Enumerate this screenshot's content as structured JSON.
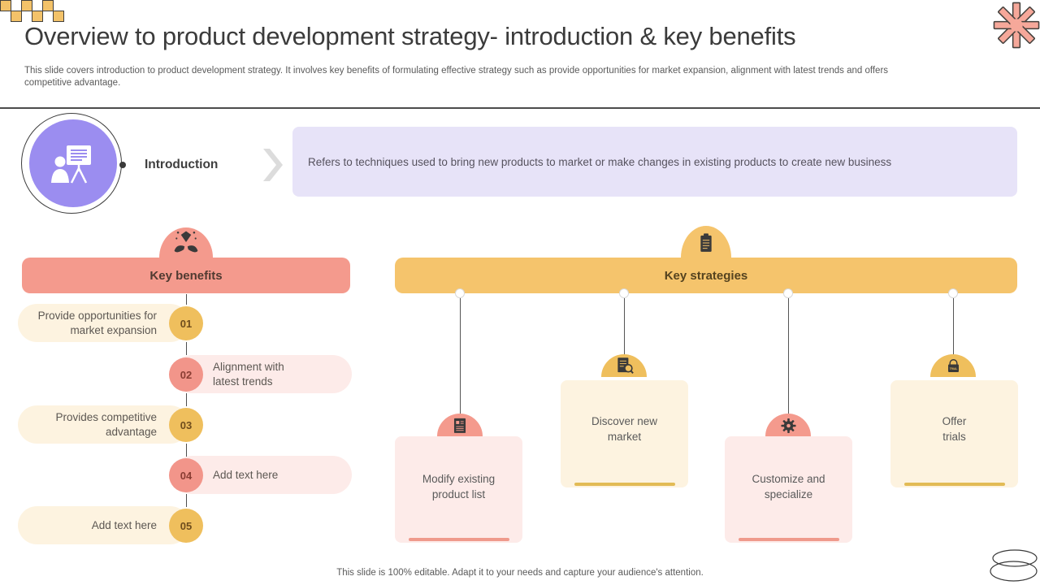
{
  "slide": {
    "title": "Overview to product development strategy- introduction & key benefits",
    "subtitle": "This slide covers introduction to product development strategy. It involves key benefits of formulating effective strategy such as provide opportunities for market expansion, alignment with latest trends and offers competitive advantage.",
    "footer": "This slide is 100% editable. Adapt it to your needs and capture your audience's attention."
  },
  "introduction": {
    "label": "Introduction",
    "description": "Refers to techniques used to bring new products to market or make changes in existing products to create new business",
    "icon": "presentation-icon"
  },
  "key_benefits": {
    "header": "Key benefits",
    "icon": "hands-diamond-icon",
    "items": [
      {
        "number": "01",
        "text": "Provide opportunities for market expansion",
        "variant": "cream"
      },
      {
        "number": "02",
        "text": "Alignment with latest trends",
        "variant": "pink"
      },
      {
        "number": "03",
        "text": "Provides competitive advantage",
        "variant": "cream"
      },
      {
        "number": "04",
        "text": "Add text here",
        "variant": "pink"
      },
      {
        "number": "05",
        "text": "Add text here",
        "variant": "cream"
      }
    ]
  },
  "key_strategies": {
    "header": "Key strategies",
    "icon": "clipboard-icon",
    "items": [
      {
        "text": "Modify existing product list",
        "variant": "pink",
        "icon": "document-list-icon"
      },
      {
        "text": "Discover new market",
        "variant": "cream",
        "icon": "document-search-icon"
      },
      {
        "text": "Customize and specialize",
        "variant": "pink",
        "icon": "gear-icon"
      },
      {
        "text": "Offer trials",
        "variant": "cream",
        "icon": "trial-bag-icon"
      }
    ]
  },
  "decorations": {
    "top_left": "checker-pattern",
    "top_right": "asterisk-icon",
    "bottom_right": "double-ellipse-icon"
  },
  "colors": {
    "salmon": "#f49a8d",
    "pink_light": "#fdebe9",
    "yellow": "#f5c46c",
    "yellow_circle": "#efbf5d",
    "cream": "#fdf3e0",
    "purple": "#9b8df0",
    "lavender": "#e7e3f8"
  }
}
